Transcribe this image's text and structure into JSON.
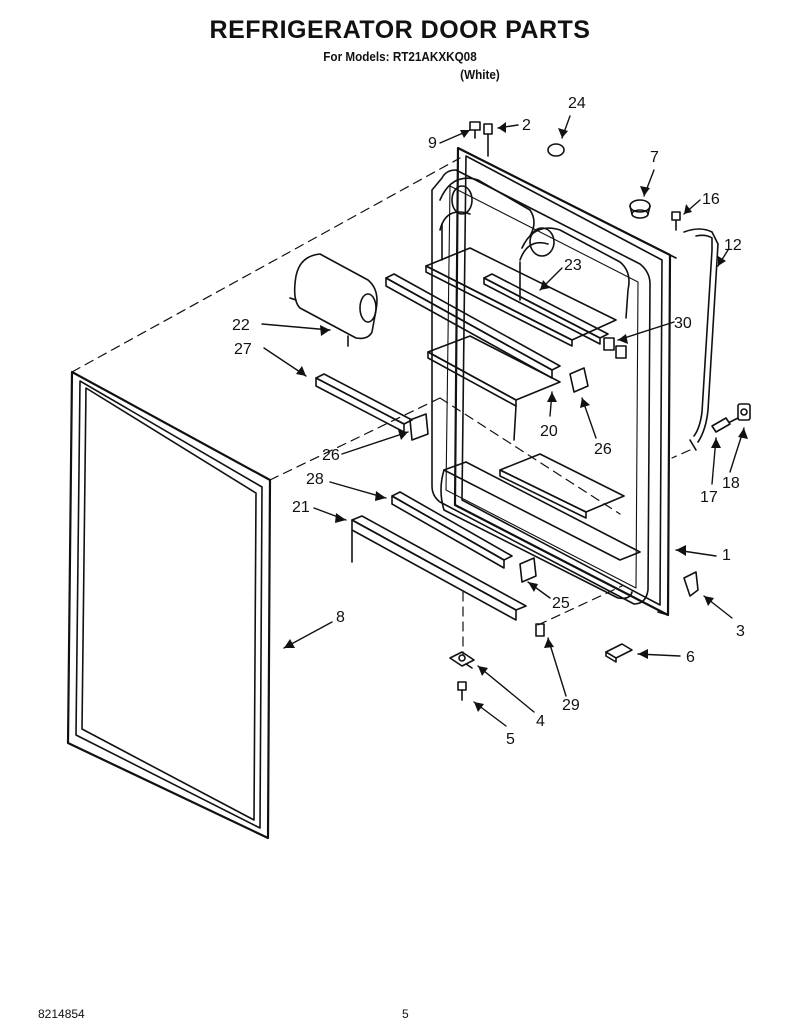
{
  "header": {
    "title": "REFRIGERATOR DOOR PARTS",
    "models_line": "For Models: RT21AKXKQ08",
    "color_line": "(White)"
  },
  "callouts": [
    {
      "id": "9",
      "text": "9"
    },
    {
      "id": "2",
      "text": "2"
    },
    {
      "id": "24",
      "text": "24"
    },
    {
      "id": "7",
      "text": "7"
    },
    {
      "id": "16",
      "text": "16"
    },
    {
      "id": "12",
      "text": "12"
    },
    {
      "id": "23",
      "text": "23"
    },
    {
      "id": "30",
      "text": "30"
    },
    {
      "id": "22",
      "text": "22"
    },
    {
      "id": "27",
      "text": "27"
    },
    {
      "id": "20",
      "text": "20"
    },
    {
      "id": "26a",
      "text": "26"
    },
    {
      "id": "26b",
      "text": "26"
    },
    {
      "id": "17",
      "text": "17"
    },
    {
      "id": "18",
      "text": "18"
    },
    {
      "id": "28",
      "text": "28"
    },
    {
      "id": "21",
      "text": "21"
    },
    {
      "id": "1",
      "text": "1"
    },
    {
      "id": "25",
      "text": "25"
    },
    {
      "id": "3",
      "text": "3"
    },
    {
      "id": "8",
      "text": "8"
    },
    {
      "id": "6",
      "text": "6"
    },
    {
      "id": "29",
      "text": "29"
    },
    {
      "id": "4",
      "text": "4"
    },
    {
      "id": "5",
      "text": "5"
    }
  ],
  "footer": {
    "doc_number": "8214854",
    "page_number": "5"
  }
}
